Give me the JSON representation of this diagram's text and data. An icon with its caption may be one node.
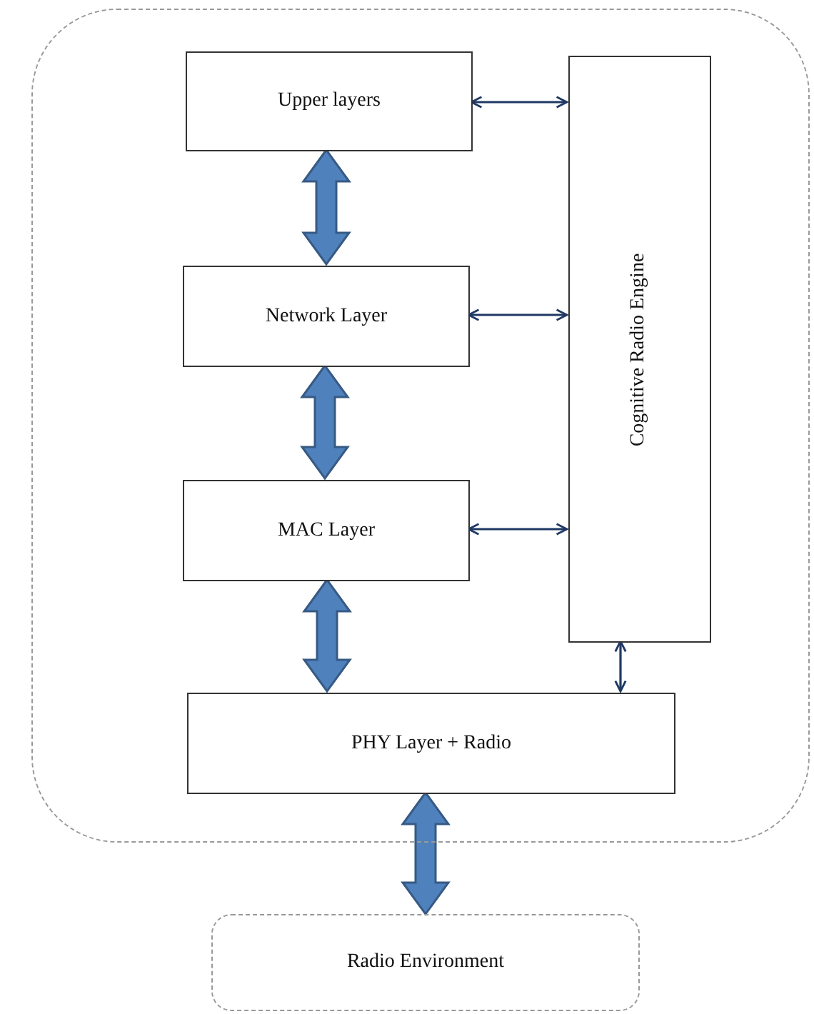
{
  "diagram": {
    "nodes": [
      {
        "text": [],
        "shape": "box"
      },
      {
        "text": [
          "Upper layers"
        ],
        "in": 0
      },
      {
        "text": [
          "Network Layer"
        ],
        "in": 0
      },
      {
        "text": [
          "MAC Layer"
        ],
        "in": 0
      },
      {
        "text": [
          "Cognitive Radio Engine"
        ],
        "in": 0
      },
      {
        "text": [
          "PHY Layer + Radio"
        ],
        "in": 0
      },
      {
        "text": [
          "Radio Environment"
        ]
      }
    ],
    "edges": [
      {
        "from": 1,
        "to": 2,
        "arrow": "both",
        "style": "thick",
        "color": "#4f81bd"
      },
      {
        "from": 2,
        "to": 3,
        "arrow": "both",
        "style": "thick",
        "color": "#4f81bd"
      },
      {
        "from": 3,
        "to": 5,
        "arrow": "both",
        "style": "thick",
        "color": "#4f81bd"
      },
      {
        "from": 5,
        "to": 6,
        "arrow": "both",
        "style": "thick",
        "color": "#4f81bd"
      },
      {
        "from": 1,
        "to": 4,
        "arrow": "both"
      },
      {
        "from": 2,
        "to": 4,
        "arrow": "both"
      },
      {
        "from": 3,
        "to": 4,
        "arrow": "both"
      },
      {
        "from": 4,
        "to": 5,
        "arrow": "both"
      }
    ]
  }
}
